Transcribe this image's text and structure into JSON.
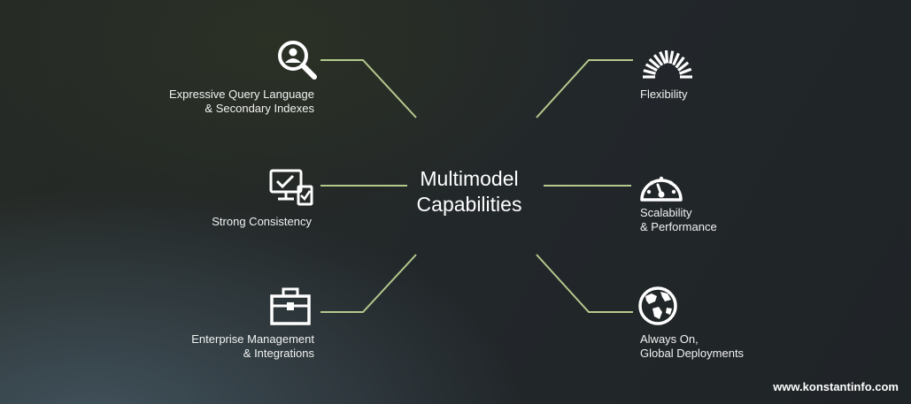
{
  "center_title": "Multimodel\nCapabilities",
  "capabilities": [
    {
      "label": "Expressive Query Language\n& Secondary Indexes",
      "icon": "search-user-icon"
    },
    {
      "label": "Strong Consistency",
      "icon": "monitor-check-icon"
    },
    {
      "label": "Enterprise Management\n& Integrations",
      "icon": "briefcase-icon"
    },
    {
      "label": "Flexibility",
      "icon": "spring-arc-icon"
    },
    {
      "label": "Scalability\n& Performance",
      "icon": "speedometer-icon"
    },
    {
      "label": "Always On,\nGlobal Deployments",
      "icon": "globe-icon"
    }
  ],
  "footer": "www.konstantinfo.com",
  "colors": {
    "connector": "#b5c98d",
    "text": "#ffffff"
  }
}
